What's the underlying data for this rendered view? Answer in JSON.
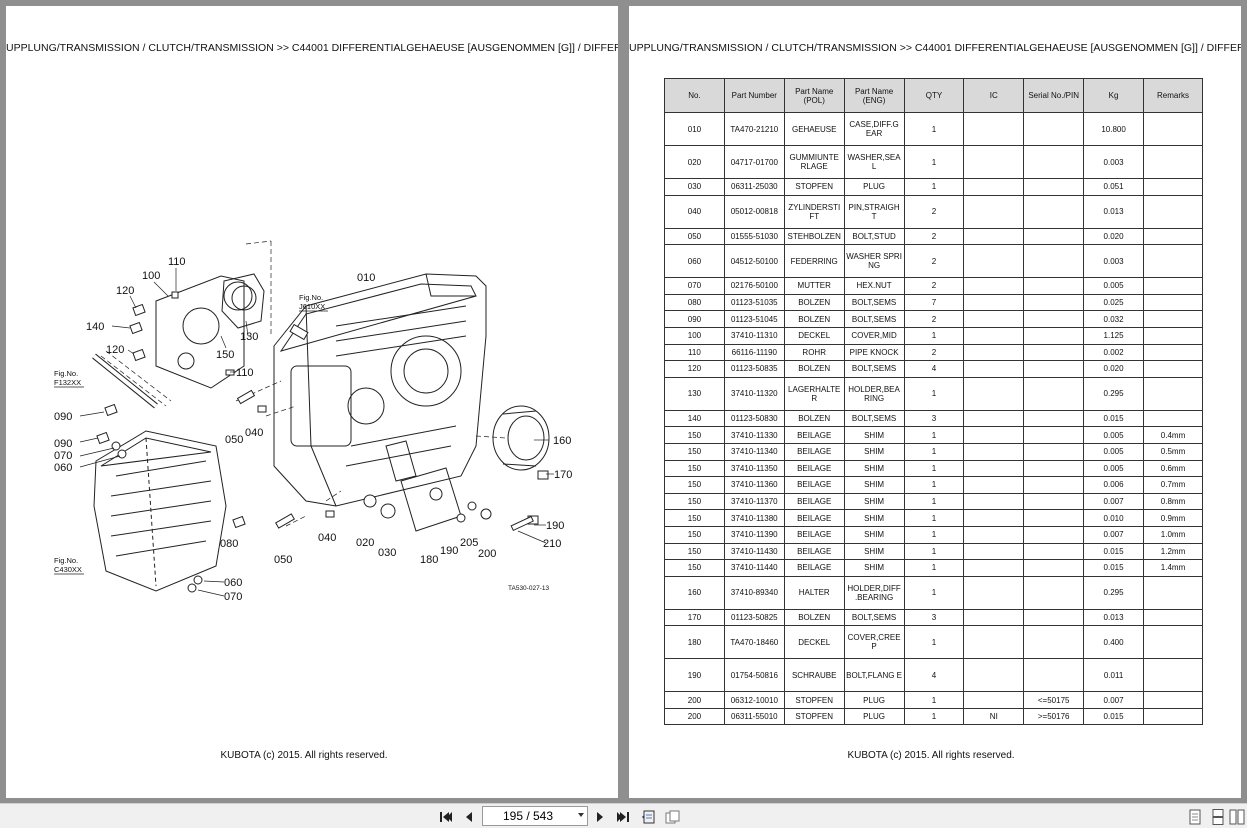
{
  "left_page": {
    "breadcrumb": "UPPLUNG/TRANSMISSION / CLUTCH/TRANSMISSION >> C44001   DIFFERENTIALGEHAEUSE [AUSGENOMMEN [G]] / DIFFEREN",
    "drawing_code": "TA530-027-13",
    "callouts": [
      "110",
      "100",
      "120",
      "140",
      "120",
      "150",
      "130",
      "110",
      "010",
      "090",
      "050",
      "040",
      "090",
      "070",
      "060",
      "160",
      "170",
      "080",
      "050",
      "040",
      "020",
      "030",
      "180",
      "190",
      "205",
      "200",
      "190",
      "210",
      "060",
      "070"
    ],
    "fig_refs": [
      {
        "line1": "Fig.No.",
        "line2": "J610XX"
      },
      {
        "line1": "Fig.No.",
        "line2": "F132XX"
      },
      {
        "line1": "Fig.No.",
        "line2": "C430XX"
      }
    ],
    "footer": "KUBOTA (c) 2015. All rights reserved."
  },
  "right_page": {
    "breadcrumb": "UPPLUNG/TRANSMISSION / CLUTCH/TRANSMISSION >> C44001   DIFFERENTIALGEHAEUSE [AUSGENOMMEN [G]] / DIFFEREN",
    "table": {
      "headers": [
        "No.",
        "Part Number",
        "Part Name\n(POL)",
        "Part Name\n(ENG)",
        "QTY",
        "IC",
        "Serial No./PIN",
        "Kg",
        "Remarks"
      ],
      "rows": [
        {
          "no": "010",
          "pn": "TA470-21210",
          "pol": "GEHAEUSE",
          "eng": "CASE,DIFF.G EAR",
          "qty": "1",
          "ic": "",
          "serial": "",
          "kg": "10.800",
          "rem": "",
          "tall": true
        },
        {
          "no": "020",
          "pn": "04717-01700",
          "pol": "GUMMIUNTE RLAGE",
          "eng": "WASHER,SEA L",
          "qty": "1",
          "ic": "",
          "serial": "",
          "kg": "0.003",
          "rem": "",
          "tall": true
        },
        {
          "no": "030",
          "pn": "06311-25030",
          "pol": "STOPFEN",
          "eng": "PLUG",
          "qty": "1",
          "ic": "",
          "serial": "",
          "kg": "0.051",
          "rem": "",
          "tall": false
        },
        {
          "no": "040",
          "pn": "05012-00818",
          "pol": "ZYLINDERSTI FT",
          "eng": "PIN,STRAIGH T",
          "qty": "2",
          "ic": "",
          "serial": "",
          "kg": "0.013",
          "rem": "",
          "tall": true
        },
        {
          "no": "050",
          "pn": "01555-51030",
          "pol": "STEHBOLZEN",
          "eng": "BOLT,STUD",
          "qty": "2",
          "ic": "",
          "serial": "",
          "kg": "0.020",
          "rem": "",
          "tall": false
        },
        {
          "no": "060",
          "pn": "04512-50100",
          "pol": "FEDERRING",
          "eng": "WASHER SPRING",
          "qty": "2",
          "ic": "",
          "serial": "",
          "kg": "0.003",
          "rem": "",
          "tall": true
        },
        {
          "no": "070",
          "pn": "02176-50100",
          "pol": "MUTTER",
          "eng": "HEX.NUT",
          "qty": "2",
          "ic": "",
          "serial": "",
          "kg": "0.005",
          "rem": "",
          "tall": false
        },
        {
          "no": "080",
          "pn": "01123-51035",
          "pol": "BOLZEN",
          "eng": "BOLT,SEMS",
          "qty": "7",
          "ic": "",
          "serial": "",
          "kg": "0.025",
          "rem": "",
          "tall": false
        },
        {
          "no": "090",
          "pn": "01123-51045",
          "pol": "BOLZEN",
          "eng": "BOLT,SEMS",
          "qty": "2",
          "ic": "",
          "serial": "",
          "kg": "0.032",
          "rem": "",
          "tall": false
        },
        {
          "no": "100",
          "pn": "37410-11310",
          "pol": "DECKEL",
          "eng": "COVER,MID",
          "qty": "1",
          "ic": "",
          "serial": "",
          "kg": "1.125",
          "rem": "",
          "tall": false
        },
        {
          "no": "110",
          "pn": "66116-11190",
          "pol": "ROHR",
          "eng": "PIPE KNOCK",
          "qty": "2",
          "ic": "",
          "serial": "",
          "kg": "0.002",
          "rem": "",
          "tall": false
        },
        {
          "no": "120",
          "pn": "01123-50835",
          "pol": "BOLZEN",
          "eng": "BOLT,SEMS",
          "qty": "4",
          "ic": "",
          "serial": "",
          "kg": "0.020",
          "rem": "",
          "tall": false
        },
        {
          "no": "130",
          "pn": "37410-11320",
          "pol": "LAGERHALTE R",
          "eng": "HOLDER,BEA RING",
          "qty": "1",
          "ic": "",
          "serial": "",
          "kg": "0.295",
          "rem": "",
          "tall": true
        },
        {
          "no": "140",
          "pn": "01123-50830",
          "pol": "BOLZEN",
          "eng": "BOLT,SEMS",
          "qty": "3",
          "ic": "",
          "serial": "",
          "kg": "0.015",
          "rem": "",
          "tall": false
        },
        {
          "no": "150",
          "pn": "37410-11330",
          "pol": "BEILAGE",
          "eng": "SHIM",
          "qty": "1",
          "ic": "",
          "serial": "",
          "kg": "0.005",
          "rem": "0.4mm",
          "tall": false
        },
        {
          "no": "150",
          "pn": "37410-11340",
          "pol": "BEILAGE",
          "eng": "SHIM",
          "qty": "1",
          "ic": "",
          "serial": "",
          "kg": "0.005",
          "rem": "0.5mm",
          "tall": false
        },
        {
          "no": "150",
          "pn": "37410-11350",
          "pol": "BEILAGE",
          "eng": "SHIM",
          "qty": "1",
          "ic": "",
          "serial": "",
          "kg": "0.005",
          "rem": "0.6mm",
          "tall": false
        },
        {
          "no": "150",
          "pn": "37410-11360",
          "pol": "BEILAGE",
          "eng": "SHIM",
          "qty": "1",
          "ic": "",
          "serial": "",
          "kg": "0.006",
          "rem": "0.7mm",
          "tall": false
        },
        {
          "no": "150",
          "pn": "37410-11370",
          "pol": "BEILAGE",
          "eng": "SHIM",
          "qty": "1",
          "ic": "",
          "serial": "",
          "kg": "0.007",
          "rem": "0.8mm",
          "tall": false
        },
        {
          "no": "150",
          "pn": "37410-11380",
          "pol": "BEILAGE",
          "eng": "SHIM",
          "qty": "1",
          "ic": "",
          "serial": "",
          "kg": "0.010",
          "rem": "0.9mm",
          "tall": false
        },
        {
          "no": "150",
          "pn": "37410-11390",
          "pol": "BEILAGE",
          "eng": "SHIM",
          "qty": "1",
          "ic": "",
          "serial": "",
          "kg": "0.007",
          "rem": "1.0mm",
          "tall": false
        },
        {
          "no": "150",
          "pn": "37410-11430",
          "pol": "BEILAGE",
          "eng": "SHIM",
          "qty": "1",
          "ic": "",
          "serial": "",
          "kg": "0.015",
          "rem": "1.2mm",
          "tall": false
        },
        {
          "no": "150",
          "pn": "37410-11440",
          "pol": "BEILAGE",
          "eng": "SHIM",
          "qty": "1",
          "ic": "",
          "serial": "",
          "kg": "0.015",
          "rem": "1.4mm",
          "tall": false
        },
        {
          "no": "160",
          "pn": "37410-89340",
          "pol": "HALTER",
          "eng": "HOLDER,DIFF .BEARING",
          "qty": "1",
          "ic": "",
          "serial": "",
          "kg": "0.295",
          "rem": "",
          "tall": true
        },
        {
          "no": "170",
          "pn": "01123-50825",
          "pol": "BOLZEN",
          "eng": "BOLT,SEMS",
          "qty": "3",
          "ic": "",
          "serial": "",
          "kg": "0.013",
          "rem": "",
          "tall": false
        },
        {
          "no": "180",
          "pn": "TA470-18460",
          "pol": "DECKEL",
          "eng": "COVER,CREE P",
          "qty": "1",
          "ic": "",
          "serial": "",
          "kg": "0.400",
          "rem": "",
          "tall": true
        },
        {
          "no": "190",
          "pn": "01754-50816",
          "pol": "SCHRAUBE",
          "eng": "BOLT,FLANG E",
          "qty": "4",
          "ic": "",
          "serial": "",
          "kg": "0.011",
          "rem": "",
          "tall": true
        },
        {
          "no": "200",
          "pn": "06312-10010",
          "pol": "STOPFEN",
          "eng": "PLUG",
          "qty": "1",
          "ic": "",
          "serial": "<=50175",
          "kg": "0.007",
          "rem": "",
          "tall": false
        },
        {
          "no": "200",
          "pn": "06311-55010",
          "pol": "STOPFEN",
          "eng": "PLUG",
          "qty": "1",
          "ic": "NI",
          "serial": ">=50176",
          "kg": "0.015",
          "rem": "",
          "tall": false
        }
      ]
    },
    "footer": "KUBOTA (c) 2015. All rights reserved."
  },
  "toolbar": {
    "page_indicator": "195 / 543",
    "icons": [
      "first-page-icon",
      "prev-page-icon",
      "next-page-icon",
      "last-page-icon",
      "fit-page-icon",
      "two-page-icon",
      "single-page-view-icon",
      "continuous-view-icon",
      "facing-view-icon"
    ]
  }
}
